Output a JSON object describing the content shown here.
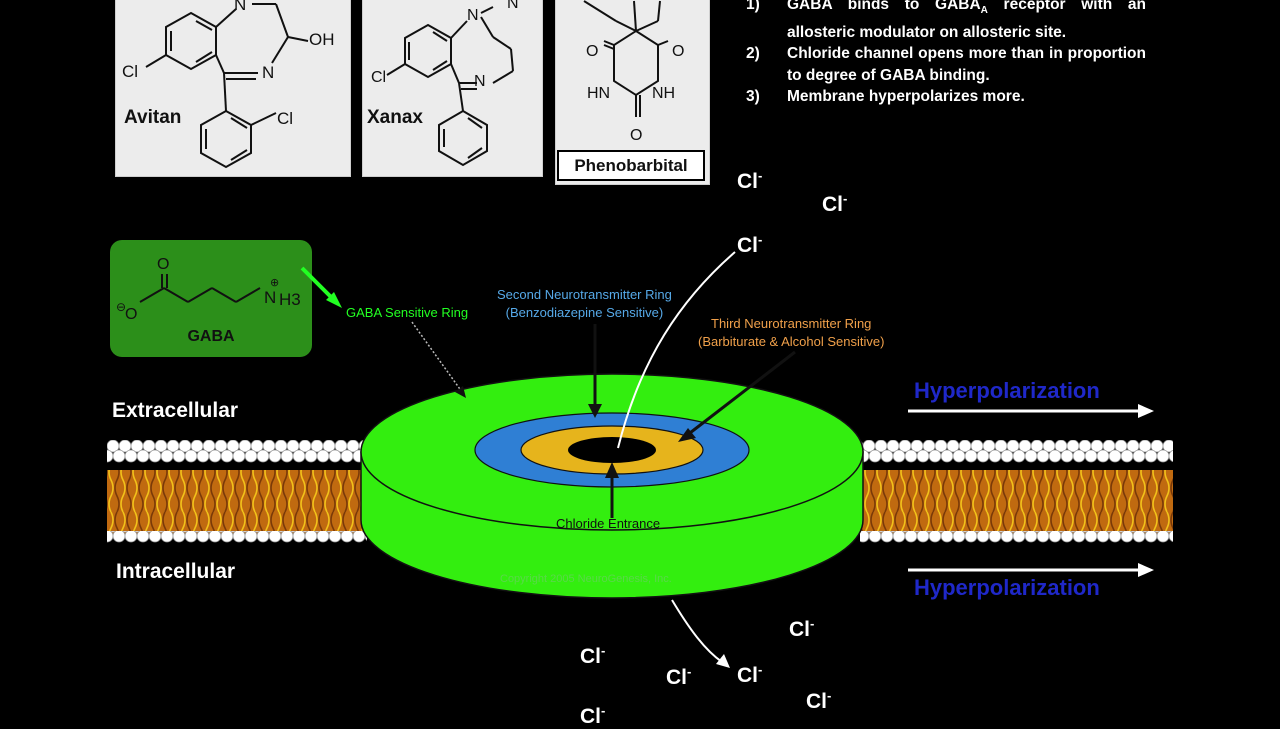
{
  "drugs": {
    "avitan": "Avitan",
    "xanax": "Xanax",
    "phenobarbital": "Phenobarbital"
  },
  "steps": [
    {
      "num": "1)",
      "text_before": "GABA binds to GABA",
      "sub": "A",
      "text_after": " receptor with an allosteric modulator on allosteric site."
    },
    {
      "num": "2)",
      "text": "Chloride channel opens more than in proportion to degree of GABA binding."
    },
    {
      "num": "3)",
      "text": "Membrane hyperpolarizes more."
    }
  ],
  "gaba": {
    "name": "GABA",
    "atoms": {
      "o_top": "O",
      "o_minus": "O",
      "n": "N",
      "h3": "H3",
      "plus": "⊕",
      "minus": "⊖"
    }
  },
  "labels": {
    "extracellular": "Extracellular",
    "intracellular": "Intracellular",
    "hyperpolarization_top": "Hyperpolarization",
    "hyperpolarization_bottom": "Hyperpolarization"
  },
  "rings": {
    "gaba_ring": "GABA Sensitive Ring",
    "second_ring_line1": "Second Neurotransmitter Ring",
    "second_ring_line2": "(Benzodiazepine Sensitive)",
    "third_ring_line1": "Third Neurotransmitter Ring",
    "third_ring_line2": "(Barbiturate & Alcohol Sensitive)",
    "chloride_entrance": "Chloride Entrance",
    "copyright": "Copyright 2005 NeuroGenesis, Inc."
  },
  "ion": {
    "symbol": "Cl",
    "charge": "-"
  },
  "colors": {
    "background": "#000000",
    "gaba_ring": "#33ee0f",
    "benzo_ring": "#2f7fd4",
    "barbiturate_ring": "#e6b41c",
    "gaba_box": "#2c8f1a",
    "gaba_label": "#22ff22",
    "second_ring_label": "#56a9e8",
    "third_ring_label": "#f0a04a",
    "hyperpolarization": "#1f28c9"
  }
}
